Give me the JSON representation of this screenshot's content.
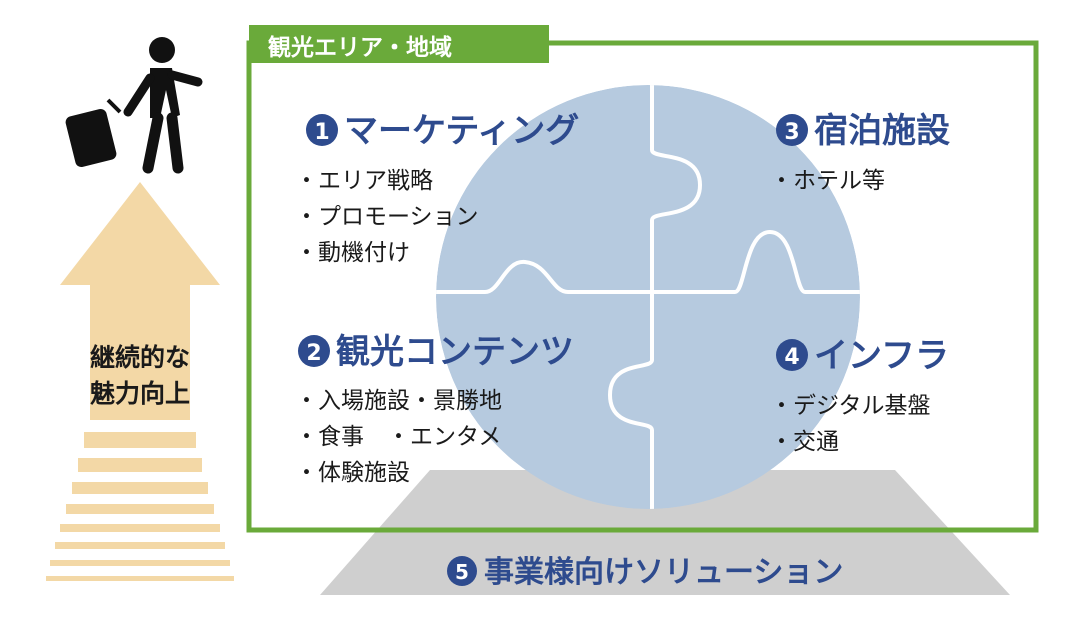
{
  "frame": {
    "label": "観光エリア・地域"
  },
  "left": {
    "text_line1": "継続的な",
    "text_line2": "魅力向上"
  },
  "sections": [
    {
      "number": "1",
      "title": "マーケティング",
      "items": [
        "・エリア戦略",
        "・プロモーション",
        "・動機付け"
      ]
    },
    {
      "number": "2",
      "title": "観光コンテンツ",
      "items": [
        "・入場施設・景勝地",
        "・食事　・エンタメ",
        "・体験施設"
      ]
    },
    {
      "number": "3",
      "title": "宿泊施設",
      "items": [
        "・ホテル等"
      ]
    },
    {
      "number": "4",
      "title": "インフラ",
      "items": [
        "・デジタル基盤",
        "・交通"
      ]
    }
  ],
  "base": {
    "number": "5",
    "title": "事業様向けソリューション"
  },
  "icons": {
    "traveler": "traveler-with-suitcase-icon",
    "arrow": "upward-arrow-icon"
  },
  "colors": {
    "green": "#6aaa3a",
    "navy": "#2e4b8e",
    "puzzle": "#b6cadf",
    "arrow": "#f3d8a6",
    "base": "#cfcfcf"
  }
}
